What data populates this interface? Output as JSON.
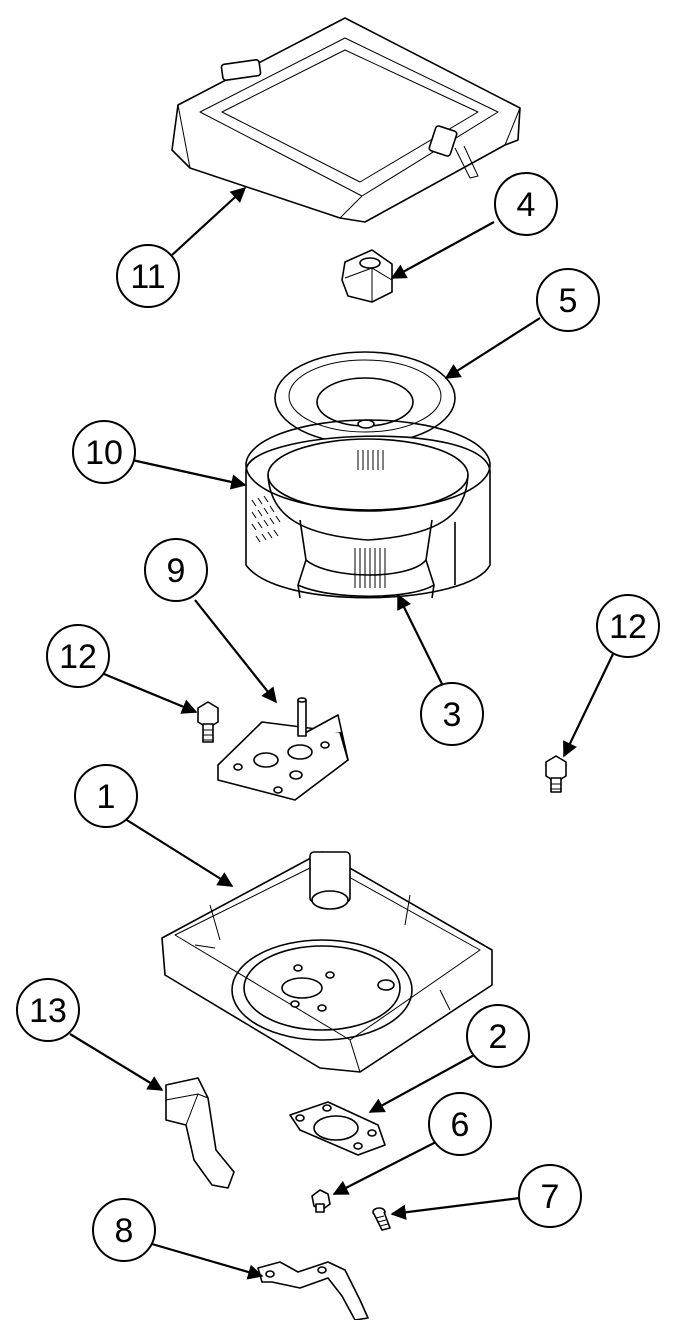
{
  "callouts": [
    {
      "id": "c11",
      "label": "11"
    },
    {
      "id": "c4",
      "label": "4"
    },
    {
      "id": "c5",
      "label": "5"
    },
    {
      "id": "c10",
      "label": "10"
    },
    {
      "id": "c9",
      "label": "9"
    },
    {
      "id": "c12a",
      "label": "12"
    },
    {
      "id": "c3",
      "label": "3"
    },
    {
      "id": "c12b",
      "label": "12"
    },
    {
      "id": "c1",
      "label": "1"
    },
    {
      "id": "c13",
      "label": "13"
    },
    {
      "id": "c2",
      "label": "2"
    },
    {
      "id": "c6",
      "label": "6"
    },
    {
      "id": "c7",
      "label": "7"
    },
    {
      "id": "c8",
      "label": "8"
    }
  ]
}
